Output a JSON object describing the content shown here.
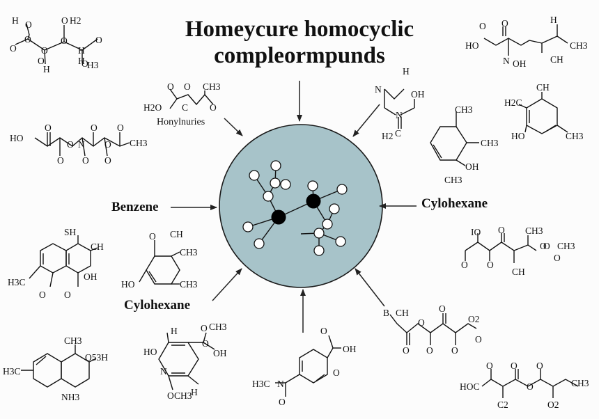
{
  "title": {
    "line1": "Homeycure homocyclic",
    "line2": "compleormpunds"
  },
  "center": {
    "label_left": "Benzene",
    "label_right": "Cylohexane",
    "label_bottom": "Cylohexane",
    "caption_top_left": "Honylnuries"
  },
  "molecules": {
    "m1": [
      "H",
      "O",
      "O",
      "H2",
      "O",
      "O",
      "O",
      "O",
      "O",
      "H",
      "O",
      "H",
      "H",
      "O",
      "H3"
    ],
    "m2": [
      "O",
      "O",
      "CH3",
      "H2O",
      "C",
      "O"
    ],
    "m3": [
      "HO",
      "O",
      "O",
      "N",
      "O",
      "O",
      "CH3",
      "O",
      "O",
      "O",
      "O"
    ],
    "m4": [
      "H",
      "N",
      "N",
      "OH",
      "H2",
      "C"
    ],
    "m5": [
      "H",
      "O",
      "HO",
      "O",
      "N",
      "OH",
      "CH",
      "CH3"
    ],
    "m6": [
      "CH3",
      "CH3",
      "OH",
      "CH3"
    ],
    "m7": [
      "CH",
      "H2C",
      "HO",
      "CH3"
    ],
    "m8": [
      "SH",
      "CH",
      "H3C",
      "OH",
      "O",
      "O"
    ],
    "m9": [
      "O",
      "CH",
      "CH3",
      "HO",
      "CH3"
    ],
    "m10": [
      "IO",
      "CH3",
      "O",
      "O",
      "O",
      "O",
      "O",
      "CH",
      "O",
      "CH3"
    ],
    "m11": [
      "CH3",
      "H3C",
      "O53H",
      "NH3"
    ],
    "m12": [
      "H",
      "HO",
      "O",
      "CH3",
      "N",
      "O",
      "OH",
      "H",
      "O",
      "CH3"
    ],
    "m13": [
      "O",
      "OH",
      "H3C",
      "N",
      "O",
      "O"
    ],
    "m14": [
      "B",
      "CH",
      "O",
      "O",
      "O",
      "O2",
      "O",
      "O",
      "O"
    ],
    "m15": [
      "O",
      "O",
      "O",
      "HOC",
      "O",
      "CH3",
      "C2",
      "O2"
    ]
  },
  "colors": {
    "sphere_fill": "#a7c3c9",
    "sphere_stroke": "#1a1a1a",
    "atom_white": "#ffffff",
    "atom_black": "#000000"
  }
}
